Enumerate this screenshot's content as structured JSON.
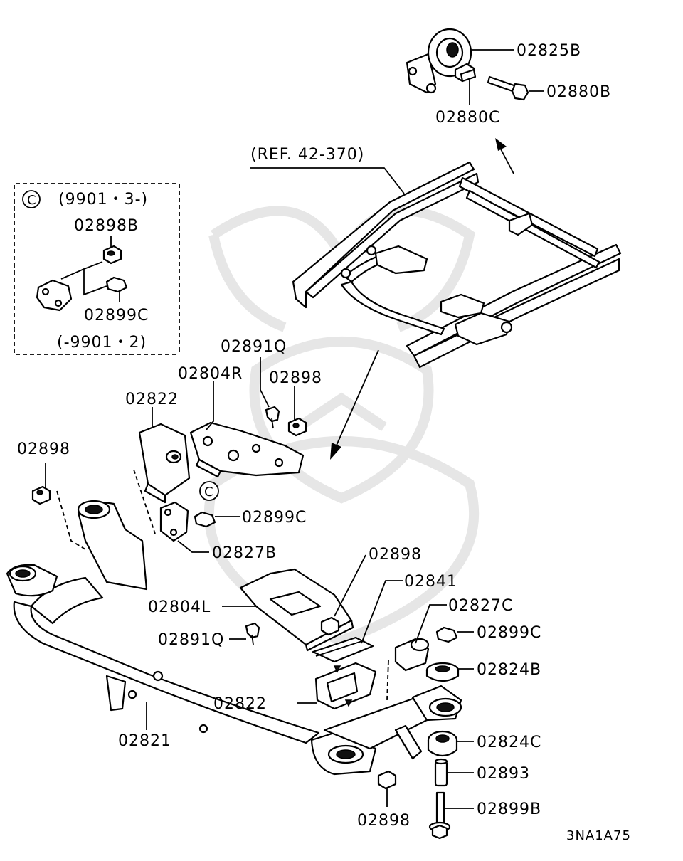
{
  "diagram": {
    "reference": "(REF. 42-370)",
    "figure_code": "3NA1A75",
    "inset": {
      "symbol": "C",
      "date_from": "(9901・3-)",
      "date_to": "(-9901・2)",
      "parts": [
        "02898B",
        "02899C"
      ]
    },
    "callout_symbol": "C",
    "parts": {
      "p02825B": "02825B",
      "p02880B": "02880B",
      "p02880C": "02880C",
      "p02891Q_top": "02891Q",
      "p02898_top": "02898",
      "p02804R": "02804R",
      "p02822_top": "02822",
      "p02898_left": "02898",
      "p02899C_mid": "02899C",
      "p02827B": "02827B",
      "p02898_mid": "02898",
      "p02841": "02841",
      "p02804L": "02804L",
      "p02827C": "02827C",
      "p02891Q_bot": "02891Q",
      "p02899C_right": "02899C",
      "p02824B": "02824B",
      "p02822_bot": "02822",
      "p02821": "02821",
      "p02824C": "02824C",
      "p02893": "02893",
      "p02899B": "02899B",
      "p02898_bot": "02898"
    }
  }
}
